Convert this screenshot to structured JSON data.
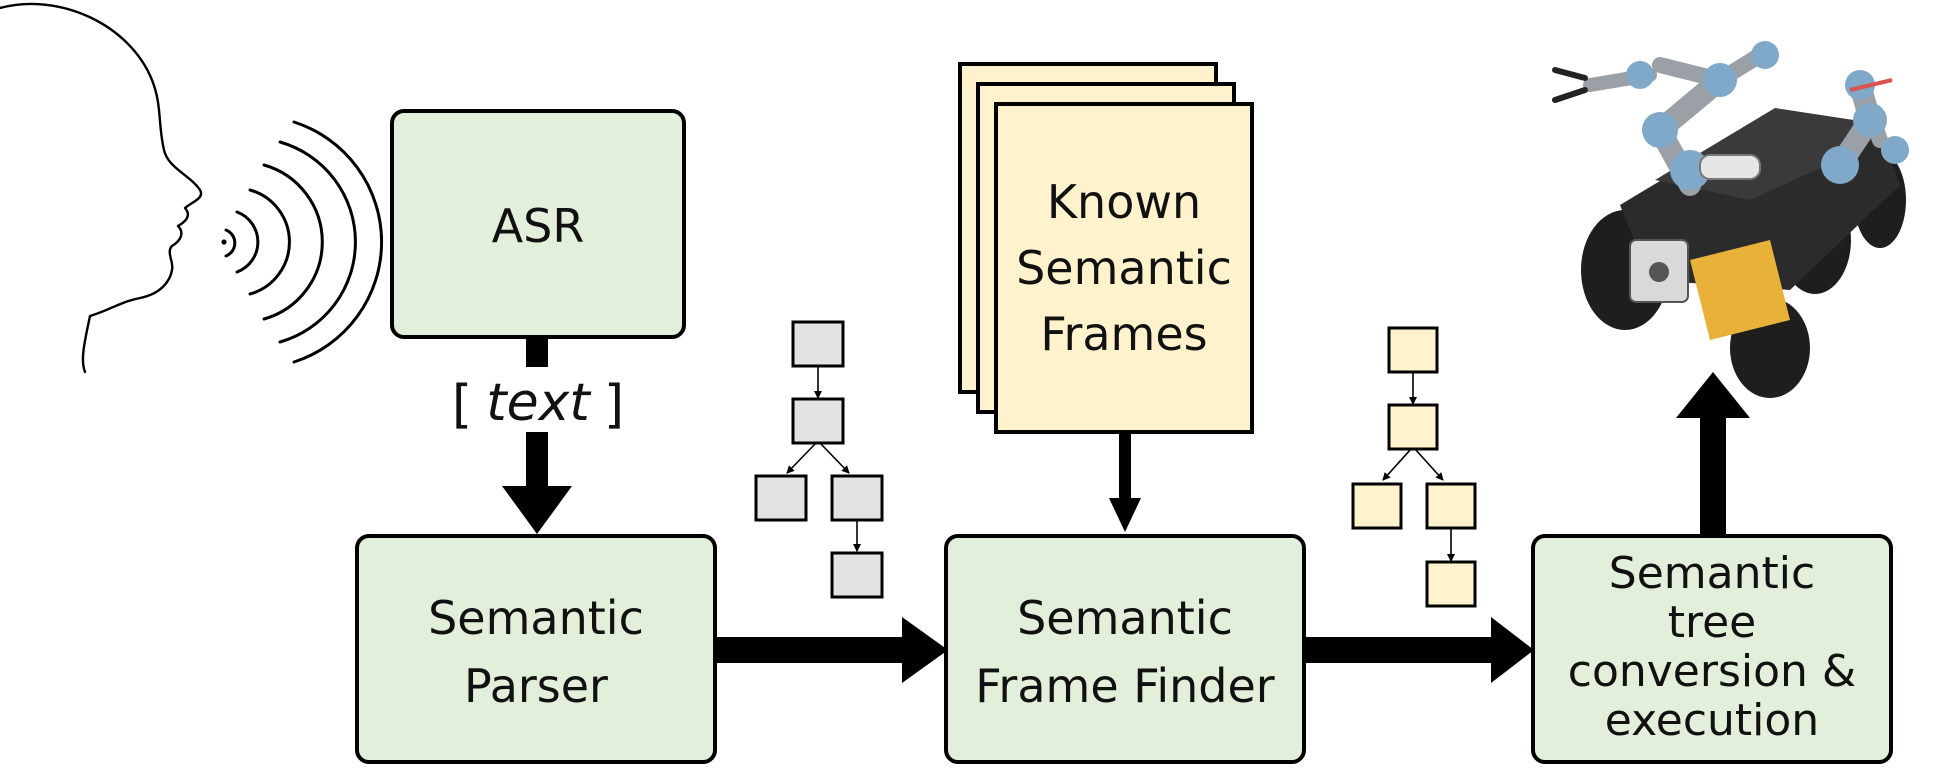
{
  "blocks": {
    "asr": "ASR",
    "parser": [
      "Semantic",
      "Parser"
    ],
    "known_frames": [
      "Known",
      "Semantic",
      "Frames"
    ],
    "frame_finder": [
      "Semantic",
      "Frame Finder"
    ],
    "execution": [
      "Semantic",
      "tree",
      "conversion &",
      "execution"
    ]
  },
  "edge_label": {
    "bracket_open": "[",
    "text": "text",
    "bracket_close": "]"
  },
  "colors": {
    "block_fill": "#e2efda",
    "frame_fill": "#fff2cc",
    "tree_gray": "#e3e3e3",
    "tree_yellow": "#fff2cc",
    "arrow": "#000000",
    "robot_frame": "#2b2b2b",
    "robot_arm": "#9aa0a6",
    "robot_joint": "#7fa8c9",
    "robot_body": "#e8b23a"
  },
  "icons": [
    "speaking-head-icon",
    "sound-waves-icon",
    "mobile-manipulator-robot-icon"
  ]
}
